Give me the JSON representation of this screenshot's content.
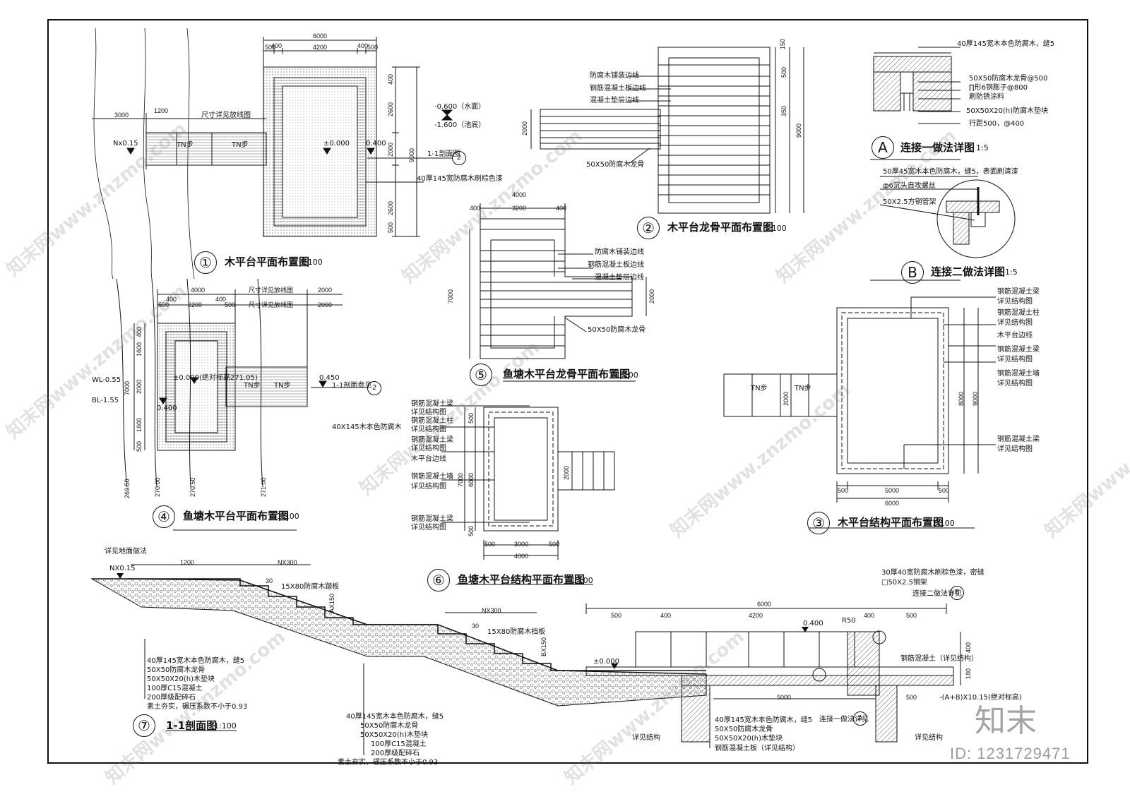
{
  "drawings": {
    "d1": {
      "no": "①",
      "title": "木平台平面布置图",
      "scale": "1:100"
    },
    "d2": {
      "no": "②",
      "title": "木平台龙骨平面布置图",
      "scale": "1:100"
    },
    "d3": {
      "no": "③",
      "title": "木平台结构平面布置图",
      "scale": "1:100"
    },
    "d4": {
      "no": "④",
      "title": "鱼塘木平台平面布置图",
      "scale": "1:100"
    },
    "d5": {
      "no": "⑤",
      "title": "鱼塘木平台龙骨平面布置图",
      "scale": "1:100"
    },
    "d6": {
      "no": "⑥",
      "title": "鱼塘木平台结构平面布置图",
      "scale": "1:100"
    },
    "d7": {
      "no": "⑦",
      "title": "1-1剖面图",
      "scale": "1:100"
    },
    "dA": {
      "no": "A",
      "title": "连接一做法详图",
      "scale": "1:5"
    },
    "dB": {
      "no": "B",
      "title": "连接二做法详图",
      "scale": "1:5"
    }
  },
  "plan1": {
    "dims": [
      "6000",
      "500",
      "400",
      "4200",
      "400",
      "500",
      "3000",
      "1200",
      "9000",
      "2600",
      "2000",
      "2600",
      "400",
      "500"
    ],
    "notes": [
      "尺寸详见放线图",
      "Nx0.15",
      "TN步",
      "TN步",
      "±0.000",
      "0.400",
      "1-1剖面图",
      "40厚145宽防腐木刷棕色漆"
    ],
    "water": [
      "-0.600（水面）",
      "-1.600（池底）"
    ]
  },
  "plan2": {
    "notes": [
      "防腐木铺装边线",
      "钢筋混凝土板边线",
      "混凝土垫层边线",
      "50X50防腐木龙骨"
    ],
    "dims": [
      "150",
      "9000",
      "2000",
      "350",
      "500"
    ]
  },
  "plan3": {
    "notes": [
      "钢筋混凝土梁",
      "详见结构图",
      "钢筋混凝土柱",
      "详见结构图",
      "木平台边线",
      "钢筋混凝土梁",
      "详见结构图",
      "钢筋混凝土墙",
      "详见结构图",
      "钢筋混凝土梁",
      "详见结构图"
    ],
    "dims": [
      "500",
      "5000",
      "500",
      "6000",
      "8000",
      "9000",
      "2000",
      "TN步",
      "TN步"
    ]
  },
  "plan4": {
    "dims": [
      "4000",
      "尺寸详见放线图",
      "2000",
      "500",
      "400",
      "2200",
      "400",
      "500",
      "尺寸详见放线图",
      "2000",
      "7000",
      "1600",
      "2000",
      "1600",
      "400",
      "500"
    ],
    "notes": [
      "WL-0.55",
      "BL-1.55",
      "±0.000(绝对标高271.05)",
      "0.400",
      "0.450",
      "TN步",
      "TN步",
      "1-1剖面参见",
      "40X145木本色防腐木"
    ],
    "levels": [
      "269.50",
      "270.00",
      "270.50",
      "271.00"
    ]
  },
  "plan5": {
    "dims": [
      "4000",
      "400",
      "3200",
      "400",
      "7000",
      "2000"
    ],
    "notes": [
      "防腐木铺装边线",
      "钢筋混凝土板边线",
      "混凝土垫层边线",
      "50X50防腐木龙骨"
    ]
  },
  "plan6": {
    "notes": [
      "钢筋混凝土梁",
      "详见结构图",
      "钢筋混凝土柱",
      "详见结构图",
      "钢筋混凝土梁",
      "详见结构图",
      "木平台边线",
      "钢筋混凝土墙",
      "详见结构图",
      "钢筋混凝土梁",
      "详见结构图"
    ],
    "dims": [
      "500",
      "3000",
      "500",
      "4000",
      "7000",
      "6000",
      "500",
      "500",
      "2000"
    ]
  },
  "detailA": {
    "notes": [
      "40厚145宽木本色防腐木，缝5",
      "50X50防腐木龙骨@500",
      "∏形6钢膨子@800",
      "刷防锈涂料",
      "50X50X20(h)防腐木垫块",
      "行距500，@400"
    ]
  },
  "detailB": {
    "notes": [
      "50厚45宽木本色防腐木，缝5，表面刷清漆",
      "ф6沉头自攻螺丝",
      "50X2.5方钢管架"
    ]
  },
  "section": {
    "left_notes": [
      "详见地面做法",
      "NX0.15",
      "1200",
      "NX300",
      "30",
      "15X80防腐木踏板",
      "AX150"
    ],
    "left_layers": [
      "40厚145宽木本色防腐木，缝5",
      "50X50防腐木龙骨",
      "50X50X20(h)木垫块",
      "100厚C15混凝土",
      "200厚级配碎石",
      "素土夯实，碾压系数不小于0.93"
    ],
    "mid_notes": [
      "NX300",
      "30",
      "15X80防腐木挡板",
      "BX150",
      "±0.000"
    ],
    "mid_layers": [
      "40厚145宽木本色防腐木，缝5",
      "50X50防腐木龙骨",
      "50X50X20(h)木垫块",
      "100厚C15混凝土",
      "200厚级配碎石",
      "素土夯实，碾压系数不小于0.93"
    ],
    "right_dims": [
      "6000",
      "500",
      "400",
      "4200",
      "400",
      "500",
      "5000",
      "500",
      "400",
      "180"
    ],
    "right_notes": [
      "30厚40宽防腐木刷棕色漆，密缝",
      "□50X2.5钢架",
      "连接二做法详见",
      "0.400",
      "R50",
      "钢筋混凝土（详见结构）",
      "-(A+B)X10.15(绝对标高)",
      "连接一做法详见",
      "详见结构",
      "详见结构"
    ],
    "right_layers": [
      "40厚145宽木本色防腐木，缝5",
      "50X50防腐木龙骨",
      "50X50X20(h)木垫块",
      "钢筋混凝土板（详见结构）"
    ]
  },
  "watermarks": [
    "知末网www.znzmo.com",
    "知末网www.znzmo.com",
    "知末网www.znzmo.com",
    "知末网www.znzmo.com",
    "知末网www.znzmo.com",
    "知末网www.znzmo.com",
    "知末网www.znzmo.com",
    "知末网www.znzmo.com",
    "知末网www.znzmo.com"
  ],
  "brand": {
    "logo": "知末",
    "id": "ID: 1231729471"
  }
}
